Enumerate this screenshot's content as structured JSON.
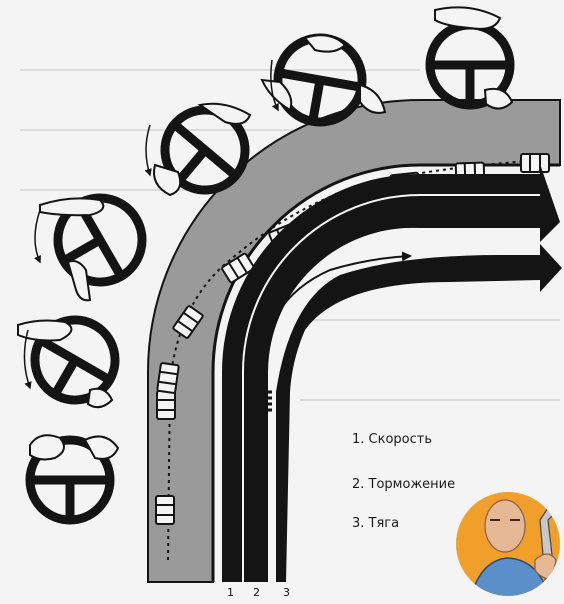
{
  "legend": [
    {
      "label": "1. Скорость"
    },
    {
      "label": "2. Торможение"
    },
    {
      "label": "3. Тяга"
    }
  ],
  "lanes": [
    "1",
    "2",
    "3"
  ],
  "icons": {
    "wheel": "steering-wheel-icon",
    "hand": "hand-icon",
    "car": "car-icon",
    "arrow": "arrow-icon",
    "mechanic": "mechanic-avatar-icon"
  },
  "colors": {
    "road": "#9a9a9a",
    "ink": "#141414",
    "avatar": "#f0a02a",
    "background": "#f4f4f4"
  }
}
